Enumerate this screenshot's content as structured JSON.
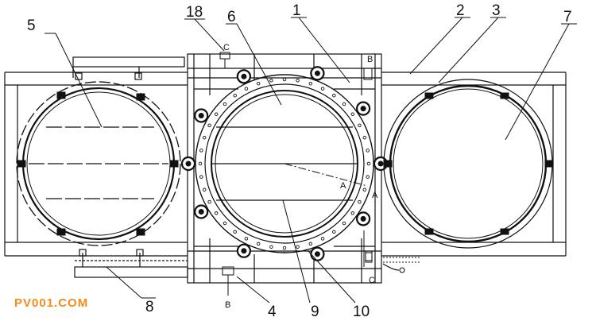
{
  "callouts": [
    "1",
    "2",
    "3",
    "4",
    "5",
    "6",
    "7",
    "8",
    "9",
    "10",
    "18"
  ],
  "section_marks": {
    "a": "A",
    "b": "B",
    "c": "C"
  },
  "watermark": {
    "text": "PV001.COM",
    "color": "#f28c1e"
  },
  "ink_color": "#111111"
}
